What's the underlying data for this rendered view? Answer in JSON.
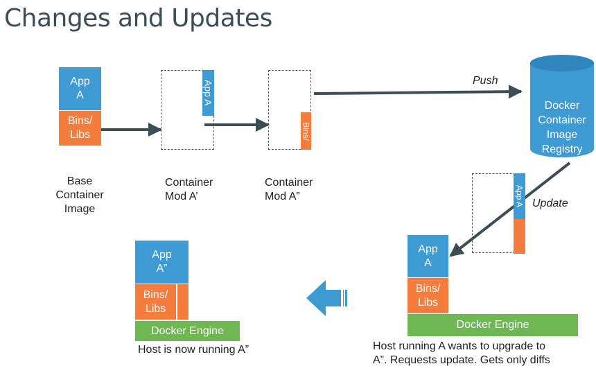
{
  "title": "Changes and Updates",
  "base": {
    "app": "App\nA",
    "bins": "Bins/\nLibs",
    "label": "Base\nContainer\nImage"
  },
  "mod1": {
    "app": "App A",
    "label": "Container\nMod A’"
  },
  "mod2": {
    "bins": "Bins/",
    "label": "Container\nMod A”"
  },
  "push": "Push",
  "update": "Update",
  "registry": "Docker\nContainer\nImage\nRegistry",
  "update_box": {
    "app": "App A"
  },
  "host_right": {
    "app": "App\nA",
    "bins": "Bins/\nLibs",
    "engine": "Docker Engine",
    "caption": "Host running A wants to upgrade to\nA”. Requests update. Gets only diffs"
  },
  "host_left": {
    "app": "App\nA”",
    "bins": "Bins/\nLibs",
    "engine": "Docker Engine",
    "caption": "Host is now running A”"
  },
  "colors": {
    "blue": "#3d9ad2",
    "orange": "#f47c3c",
    "green": "#6fb752",
    "arrow": "#3b4d55"
  }
}
